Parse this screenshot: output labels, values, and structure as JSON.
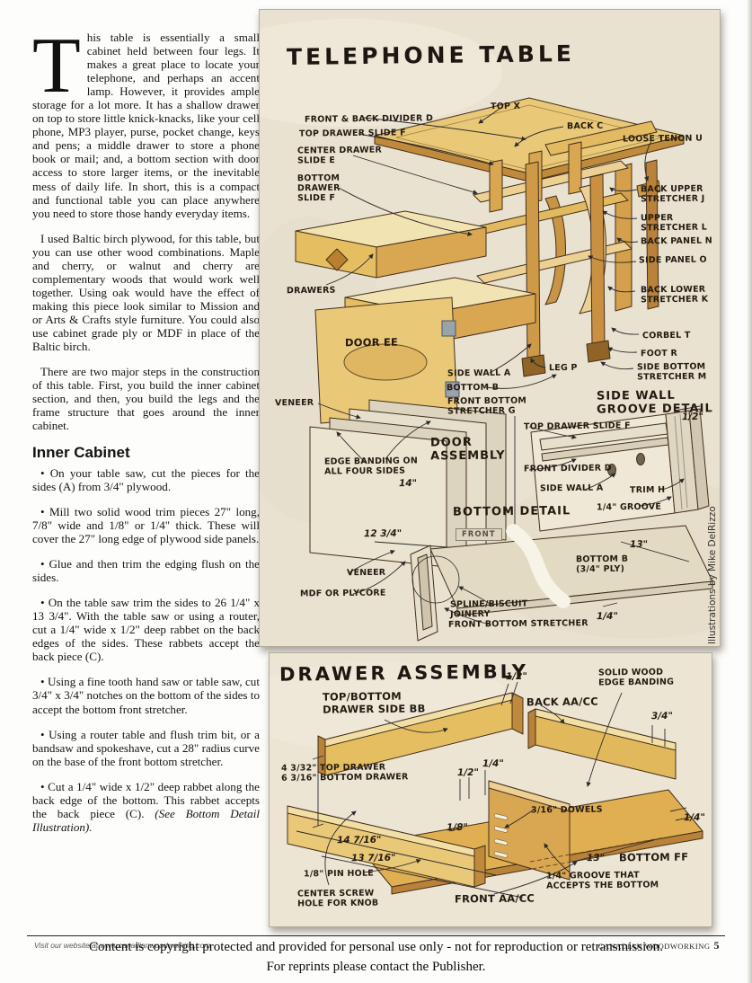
{
  "article": {
    "dropcap": "T",
    "p1": "his table is essentially a small cabinet held between four legs. It makes a great place to locate your telephone, and perhaps an accent lamp. However, it provides ample storage for a lot more. It has a shallow drawer on top to store little knick-knacks, like your cell phone, MP3 player, purse, pocket change, keys and pens; a middle drawer to store a phone book or mail; and, a bottom section with door access to store larger items, or the inevitable mess of daily life. In short, this is a compact and functional table you can place anywhere you need to store those handy everyday items.",
    "p2": "I used Baltic birch plywood, for this table, but you can use other wood combinations. Maple and cherry, or walnut and cherry are complementary woods that would work well together. Using oak would have the effect of making this piece look similar to Mission and or Arts & Crafts style furniture. You could also use cabinet grade ply or MDF in place of the Baltic birch.",
    "p3": "There are two major steps in the construction of this table. First, you build the inner cabinet section, and then, you build the legs and the frame structure that goes around the inner cabinet.",
    "heading": "Inner Cabinet",
    "bullets": [
      "• On your table saw, cut the pieces for the sides (A) from 3/4\" plywood.",
      "• Mill two solid wood trim pieces 27\" long, 7/8\" wide and 1/8\" or 1/4\" thick. These will cover the 27\" long edge of plywood side panels.",
      "• Glue and then trim the edging flush on the sides.",
      "• On the table saw trim the sides to 26 1/4\" x 13 3/4\". With the table saw or using a router, cut a 1/4\" wide x 1/2\" deep rabbet on the back edges of the sides. These rabbets accept the back piece (C).",
      "• Using a fine tooth hand saw or table saw, cut 3/4\" x 3/4\" notches on the bottom of the sides  to accept the bottom front stretcher.",
      "• Using a router table and flush trim bit, or a bandsaw and spokeshave, cut a 28\" radius curve on the base of the front bottom stretcher.",
      "• Cut a 1/4\" wide x 1/2\" deep rabbet along the back edge of the bottom. This rabbet accepts the back piece (C)."
    ],
    "bullet7_italic": "(See Bottom Detail Illustration)."
  },
  "diagram1": {
    "title": "TELEPHONE TABLE",
    "credit": "Illustrations by Mike DelRizzo",
    "labels": {
      "front_back_divider": "FRONT & BACK DIVIDER D",
      "top_drawer_slide": "TOP DRAWER SLIDE F",
      "center_drawer_slide": "CENTER DRAWER\nSLIDE E",
      "bottom_drawer_slide": "BOTTOM\nDRAWER\nSLIDE F",
      "top_x": "TOP X",
      "back_c": "BACK C",
      "loose_tenon": "LOOSE TENON U",
      "back_upper_stretcher": "BACK UPPER\nSTRETCHER J",
      "upper_stretcher": "UPPER\nSTRETCHER L",
      "back_panel": "BACK PANEL N",
      "side_panel": "SIDE PANEL O",
      "back_lower_stretcher": "BACK LOWER\nSTRETCHER K",
      "corbel": "CORBEL T",
      "foot": "FOOT R",
      "side_bottom_stretcher": "SIDE BOTTOM\nSTRETCHER M",
      "leg": "LEG P",
      "drawers": "DRAWERS",
      "door": "DOOR EE",
      "side_wall_a1": "SIDE WALL A",
      "bottom_b1": "BOTTOM B",
      "front_bottom_stretcher_g": "FRONT BOTTOM\nSTRETCHER G",
      "head_side_wall_groove": "SIDE WALL\nGROOVE DETAIL",
      "dim_half": "1/2\"",
      "top_drawer_slide2": "TOP DRAWER SLIDE F",
      "front_divider": "FRONT DIVIDER D",
      "side_wall_a2": "SIDE WALL A",
      "trim_h": "TRIM H",
      "groove_quarter": "1/4\" GROOVE",
      "head_door_assembly": "DOOR\nASSEMBLY",
      "veneer1": "VENEER",
      "edge_banding": "EDGE BANDING ON\nALL FOUR SIDES",
      "dim_14": "14\"",
      "dim_12_34": "12 3/4\"",
      "veneer2": "VENEER",
      "mdf": "MDF OR PLYCORE",
      "head_bottom_detail": "BOTTOM DETAIL",
      "front_tag": "FRONT",
      "dim_13": "13\"",
      "bottom_b2": "BOTTOM B\n(3/4\" PLY)",
      "spline": "SPLINE/BISCUIT\nJOINERY",
      "front_bottom_stretcher2": "FRONT BOTTOM STRETCHER",
      "dim_quarter2": "1/4\""
    }
  },
  "diagram2": {
    "title": "DRAWER ASSEMBLY",
    "labels": {
      "dim_half": "1/2\"",
      "solid_wood": "SOLID WOOD\nEDGE BANDING",
      "tb_side": "TOP/BOTTOM\nDRAWER SIDE BB",
      "back_aacc": "BACK AA/CC",
      "dim_34": "3/4\"",
      "drawer_heights": "4 3/32\" TOP DRAWER\n6 3/16\" BOTTOM DRAWER",
      "dim_half2": "1/2\"",
      "dim_quarter1": "1/4\"",
      "dowels": "3/16\" DOWELS",
      "dim_quarter2": "1/4\"",
      "dim_eighth": "1/8\"",
      "dim_14_716": "14 7/16\"",
      "dim_13_716": "13 7/16\"",
      "pin_hole": "1/8\" PIN HOLE",
      "dim_13": "13\"",
      "bottom_ff": "BOTTOM FF",
      "center_screw": "CENTER SCREW\nHOLE FOR KNOB",
      "front_aacc": "FRONT AA/CC",
      "groove_accepts": "1/4\" GROOVE THAT\nACCEPTS THE BOTTOM"
    }
  },
  "footer": {
    "website": "Visit our website at www.canadianwoodworking.com",
    "magazine": "CANADIAN WOODWORKING",
    "page_number": "5",
    "watermark1": "Content is copyright protected and provided for personal use only  - not for reproduction or retransmission.",
    "watermark2": "For reprints please contact the Publisher."
  }
}
